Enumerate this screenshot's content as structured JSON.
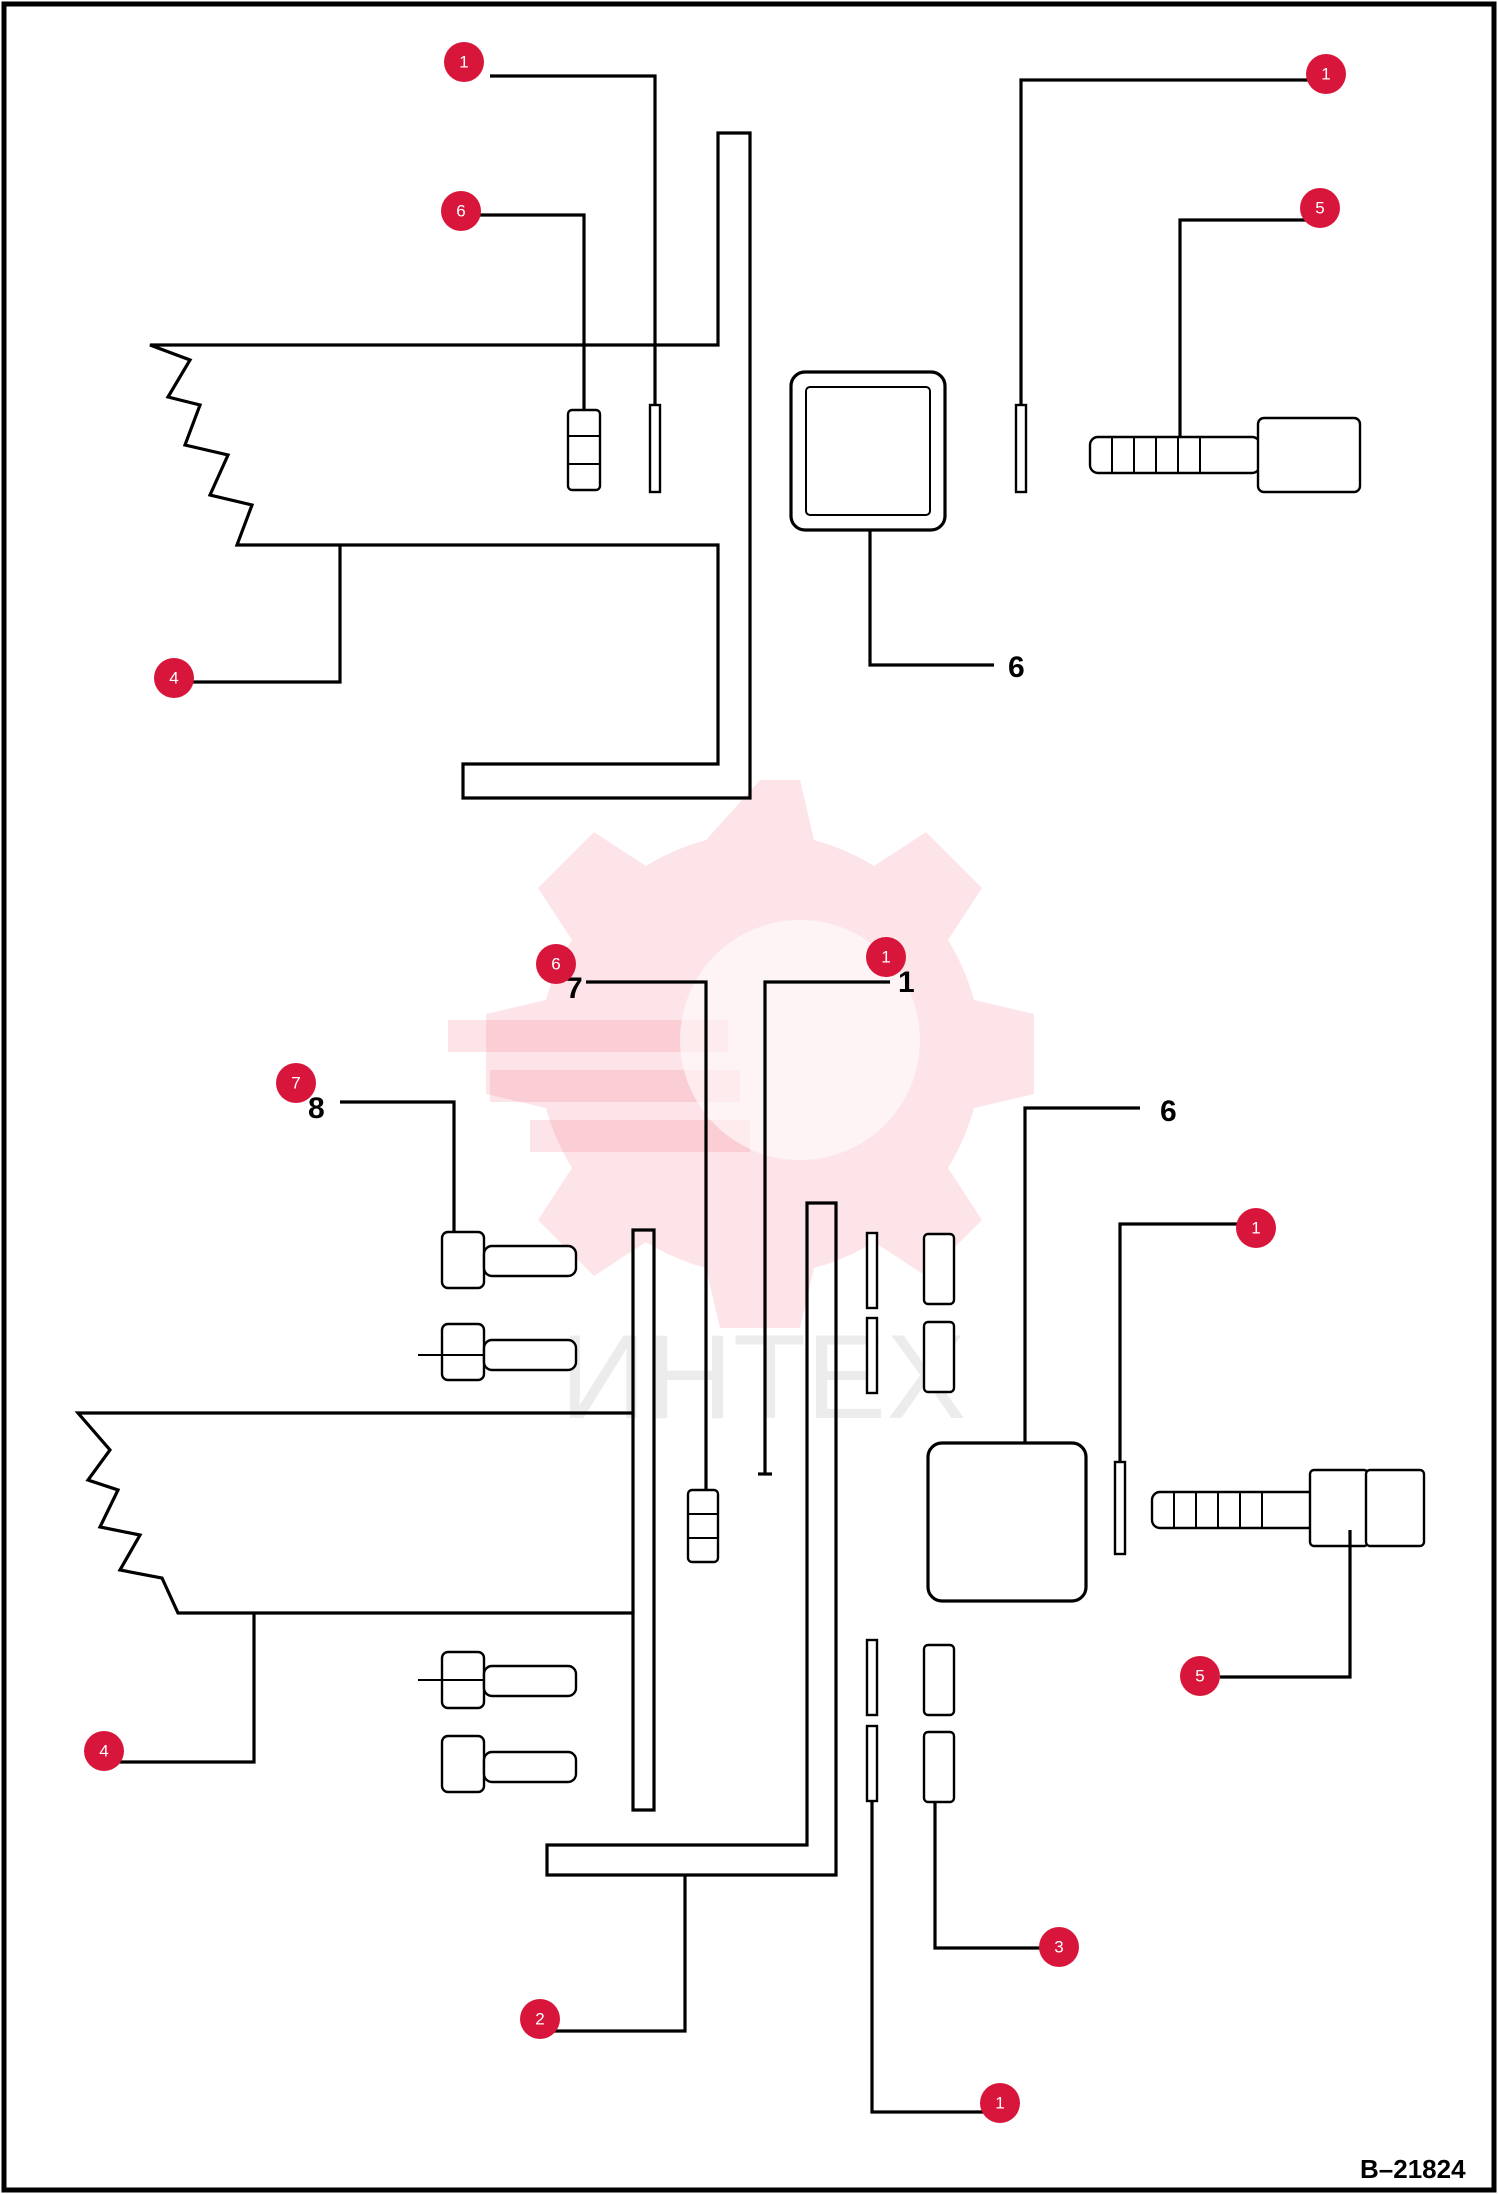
{
  "drawing_code": "B–21824",
  "watermark_text": "ИНТЕХ",
  "colors": {
    "callout": "#d8153a",
    "watermark": "#f05a6e",
    "line": "#000000"
  },
  "callouts_upper": [
    {
      "id": "1",
      "part": "washer"
    },
    {
      "id": "6",
      "part": "nut"
    },
    {
      "id": "1",
      "part": "washer"
    },
    {
      "id": "5",
      "part": "bolt"
    },
    {
      "id": "4",
      "part": "frame"
    }
  ],
  "labels_upper": {
    "part_6": "6"
  },
  "callouts_lower": [
    {
      "id": "6",
      "printed": "7"
    },
    {
      "id": "1",
      "printed": "1"
    },
    {
      "id": "7",
      "printed": "8"
    },
    {
      "id": "1",
      "part": "washer"
    },
    {
      "id": "5",
      "part": "bolt"
    },
    {
      "id": "4",
      "part": "frame"
    },
    {
      "id": "3",
      "part": "nut"
    },
    {
      "id": "2",
      "part": "bracket"
    },
    {
      "id": "1",
      "part": "washer"
    }
  ],
  "labels_lower": {
    "part_6": "6"
  }
}
